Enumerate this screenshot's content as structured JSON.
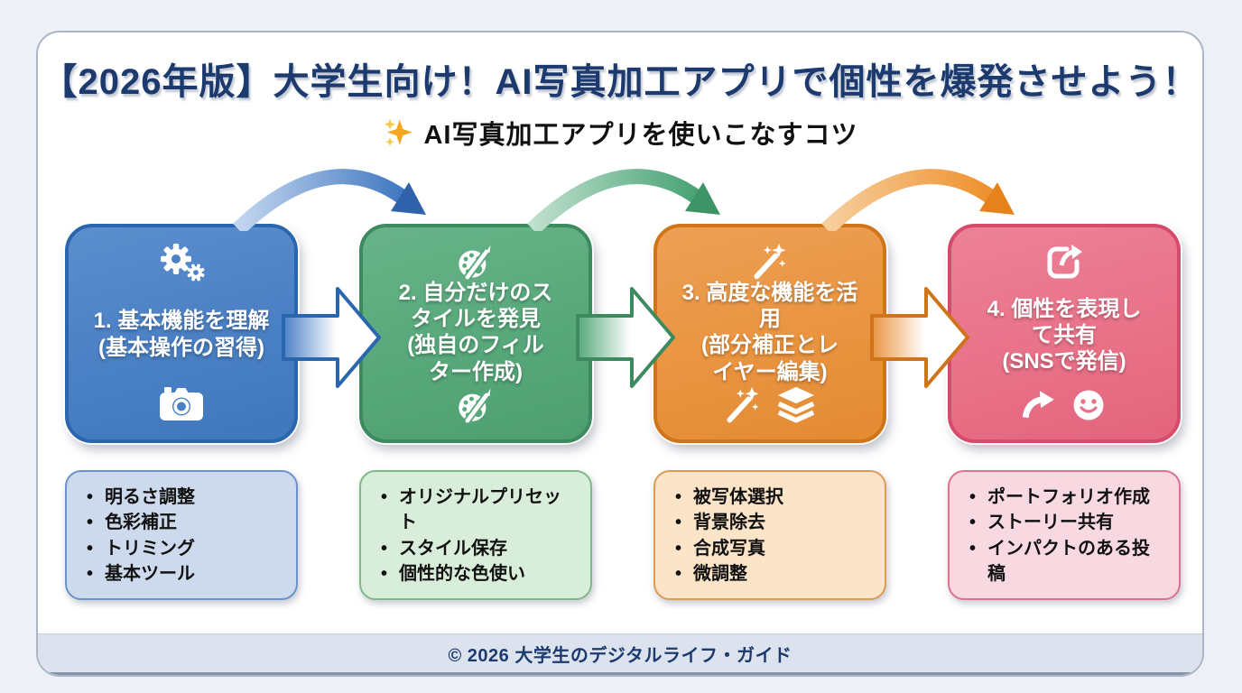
{
  "page": {
    "title": "【2026年版】大学生向け！AI写真加工アプリで個性を爆発させよう！",
    "subtitle": "AI写真加工アプリを使いこなすコツ",
    "subtitle_icon": "sparkles-icon",
    "footer": "© 2026 大学生のデジタルライフ・ガイド",
    "colors": {
      "background": "#edf1f6",
      "card_border": "#aab6c6",
      "title_text": "#1c3a6e",
      "footer_bg": "#dce3ee",
      "footer_text": "#1c3a6e",
      "sparkle": "#f5a623"
    }
  },
  "steps": [
    {
      "title": "1. 基本機能を理解",
      "subtitle": "(基本操作の習得)",
      "top_icons": [
        "gears-icon"
      ],
      "bottom_icons": [
        "camera-icon"
      ],
      "items": [
        "明るさ調整",
        "色彩補正",
        "トリミング",
        "基本ツール"
      ],
      "colors": {
        "box": "#4a80c4",
        "border": "#2a66ae",
        "panel": "#cdd9ec",
        "panel_border": "#6b93c9"
      }
    },
    {
      "title": "2. 自分だけのスタイルを発見",
      "subtitle": "(独自のフィルター作成)",
      "top_icons": [
        "palette-icon"
      ],
      "bottom_icons": [
        "palette-icon"
      ],
      "items": [
        "オリジナルプリセット",
        "スタイル保存",
        "個性的な色使い"
      ],
      "colors": {
        "box": "#57a87a",
        "border": "#3c8a5e",
        "panel": "#d9eeda",
        "panel_border": "#7fb98a"
      }
    },
    {
      "title": "3. 高度な機能を活用",
      "subtitle": "(部分補正とレイヤー編集)",
      "top_icons": [
        "magic-wand-icon"
      ],
      "bottom_icons": [
        "magic-wand-icon",
        "layers-icon"
      ],
      "items": [
        "被写体選択",
        "背景除去",
        "合成写真",
        "微調整"
      ],
      "colors": {
        "box": "#e99440",
        "border": "#cf7419",
        "panel": "#fbe4c7",
        "panel_border": "#dd9b55"
      }
    },
    {
      "title": "4. 個性を表現して共有",
      "subtitle": "(SNSで発信)",
      "top_icons": [
        "share-icon"
      ],
      "bottom_icons": [
        "share-arrow-icon",
        "smiley-icon"
      ],
      "items": [
        "ポートフォリオ作成",
        "ストーリー共有",
        "インパクトのある投稿"
      ],
      "colors": {
        "box": "#e97288",
        "border": "#d64b6b",
        "panel": "#f9d9e1",
        "panel_border": "#db7390"
      }
    }
  ],
  "arrows": {
    "straight": [
      "step1-to-step2",
      "step2-to-step3",
      "step3-to-step4"
    ],
    "curved": [
      "step1-to-step2",
      "step2-to-step3",
      "step3-to-step4"
    ]
  }
}
